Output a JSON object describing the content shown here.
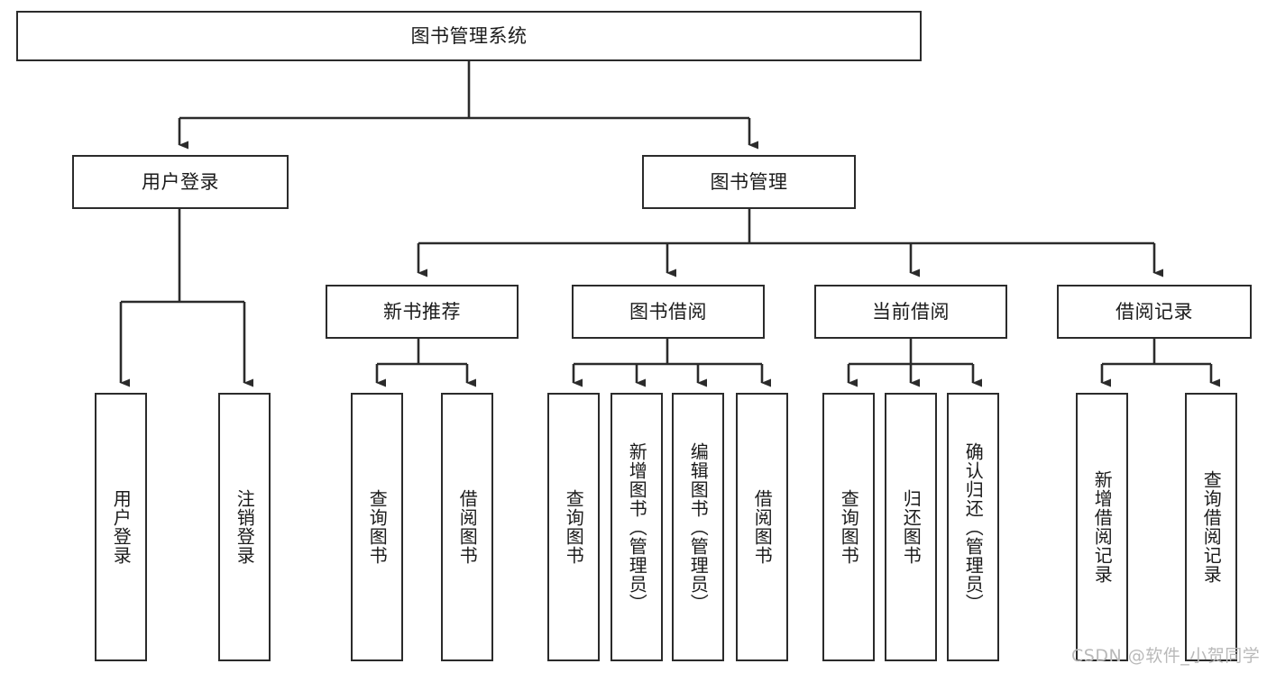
{
  "diagram": {
    "type": "tree",
    "title": "图书管理系统",
    "root": {
      "label": "图书管理系统"
    },
    "level2": [
      {
        "label": "用户登录"
      },
      {
        "label": "图书管理"
      }
    ],
    "level3": [
      {
        "label": "新书推荐"
      },
      {
        "label": "图书借阅"
      },
      {
        "label": "当前借阅"
      },
      {
        "label": "借阅记录"
      }
    ],
    "leaves": {
      "user_login": [
        {
          "label": "用户登录"
        },
        {
          "label": "注销登录"
        }
      ],
      "new_book_recommend": [
        {
          "label": "查询图书"
        },
        {
          "label": "借阅图书"
        }
      ],
      "book_borrow": [
        {
          "label": "查询图书"
        },
        {
          "label": "新增图书（管理员）"
        },
        {
          "label": "编辑图书（管理员）"
        },
        {
          "label": "借阅图书"
        }
      ],
      "current_borrow": [
        {
          "label": "查询图书"
        },
        {
          "label": "归还图书"
        },
        {
          "label": "确认归还（管理员）"
        }
      ],
      "borrow_record": [
        {
          "label": "新增借阅记录"
        },
        {
          "label": "查询借阅记录"
        }
      ]
    }
  },
  "watermark": {
    "text": "CSDN @软件_小贺同学"
  },
  "colors": {
    "border": "#2b2b2b",
    "text": "#1b1b1b",
    "background": "#ffffff",
    "watermark": "#b9b9b9"
  }
}
